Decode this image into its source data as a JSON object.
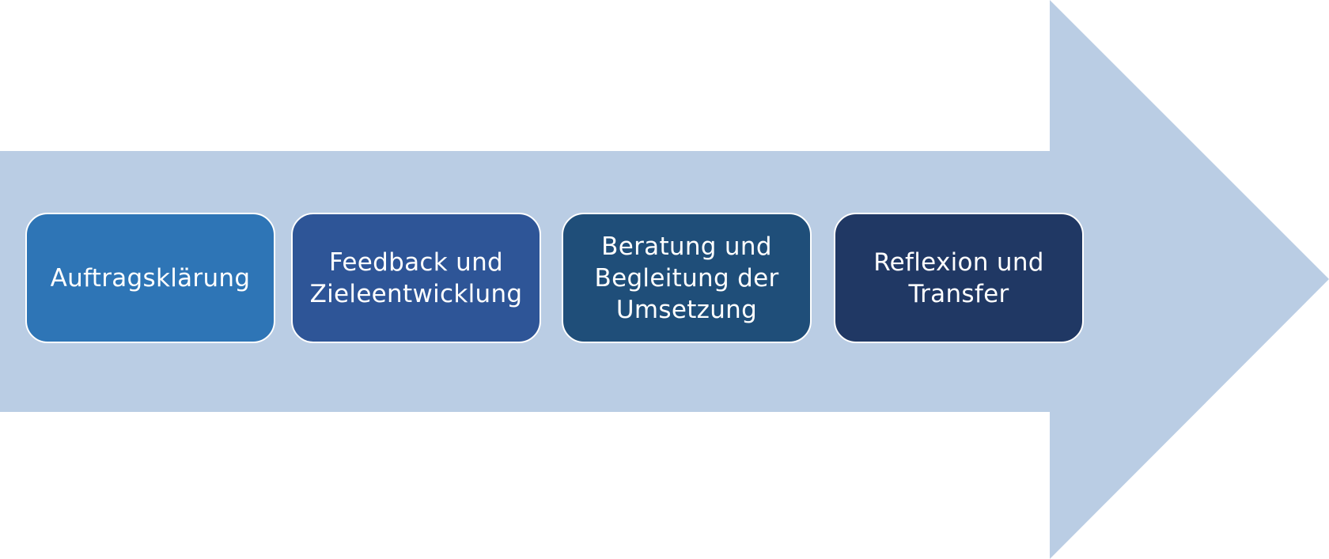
{
  "colors": {
    "background": "#ffffff",
    "arrow": "#bacde4",
    "box_border": "#ffffff",
    "text": "#ffffff"
  },
  "steps": [
    {
      "label": "Auftragsklärung",
      "color": "#2e75b6"
    },
    {
      "label": "Feedback und\nZieleentwicklung",
      "color": "#2e5597"
    },
    {
      "label": "Beratung und\nBegleitung der\nUmsetzung",
      "color": "#1f4e79"
    },
    {
      "label": "Reflexion und\nTransfer",
      "color": "#203864"
    }
  ]
}
